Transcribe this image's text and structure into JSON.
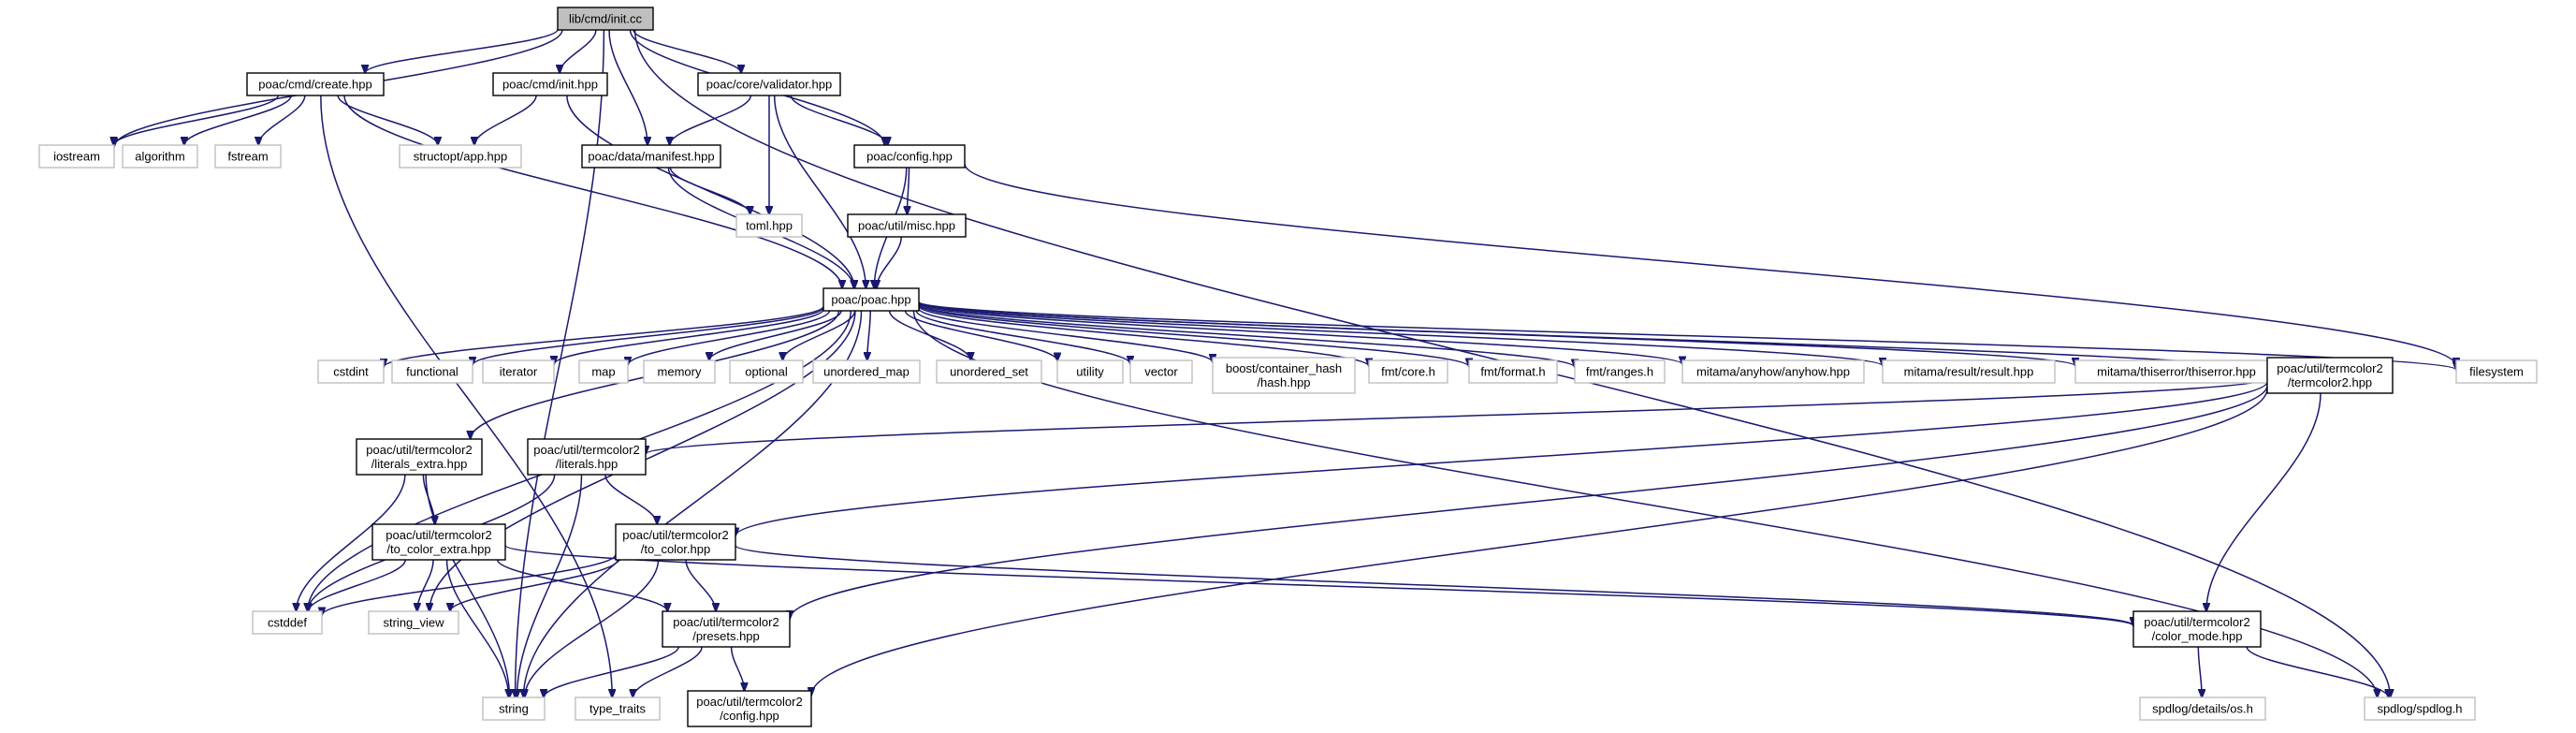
{
  "colors": {
    "edge": "#191970",
    "root_fill": "#bfbfbf",
    "external_border": "#bfbfbf",
    "internal_border": "#000000"
  },
  "nodes": {
    "root": {
      "lines": [
        "lib/cmd/init.cc"
      ],
      "kind": "root"
    },
    "create": {
      "lines": [
        "poac/cmd/create.hpp"
      ],
      "kind": "internal"
    },
    "cmdinit": {
      "lines": [
        "poac/cmd/init.hpp"
      ],
      "kind": "internal"
    },
    "validator": {
      "lines": [
        "poac/core/validator.hpp"
      ],
      "kind": "internal"
    },
    "manifest": {
      "lines": [
        "poac/data/manifest.hpp"
      ],
      "kind": "internal"
    },
    "config": {
      "lines": [
        "poac/config.hpp"
      ],
      "kind": "internal"
    },
    "misc": {
      "lines": [
        "poac/util/misc.hpp"
      ],
      "kind": "internal"
    },
    "poac": {
      "lines": [
        "poac/poac.hpp"
      ],
      "kind": "internal"
    },
    "iostream": {
      "lines": [
        "iostream"
      ],
      "kind": "external"
    },
    "algorithm": {
      "lines": [
        "algorithm"
      ],
      "kind": "external"
    },
    "fstream": {
      "lines": [
        "fstream"
      ],
      "kind": "external"
    },
    "structopt": {
      "lines": [
        "structopt/app.hpp"
      ],
      "kind": "external"
    },
    "toml": {
      "lines": [
        "toml.hpp"
      ],
      "kind": "external"
    },
    "cstdint": {
      "lines": [
        "cstdint"
      ],
      "kind": "external"
    },
    "functional": {
      "lines": [
        "functional"
      ],
      "kind": "external"
    },
    "iterator": {
      "lines": [
        "iterator"
      ],
      "kind": "external"
    },
    "map": {
      "lines": [
        "map"
      ],
      "kind": "external"
    },
    "memory": {
      "lines": [
        "memory"
      ],
      "kind": "external"
    },
    "optional": {
      "lines": [
        "optional"
      ],
      "kind": "external"
    },
    "unordered_map": {
      "lines": [
        "unordered_map"
      ],
      "kind": "external"
    },
    "unordered_set": {
      "lines": [
        "unordered_set"
      ],
      "kind": "external"
    },
    "utility": {
      "lines": [
        "utility"
      ],
      "kind": "external"
    },
    "vector": {
      "lines": [
        "vector"
      ],
      "kind": "external"
    },
    "boosthash": {
      "lines": [
        "boost/container_hash",
        "/hash.hpp"
      ],
      "kind": "external"
    },
    "fmtcore": {
      "lines": [
        "fmt/core.h"
      ],
      "kind": "external"
    },
    "fmtformat": {
      "lines": [
        "fmt/format.h"
      ],
      "kind": "external"
    },
    "fmtranges": {
      "lines": [
        "fmt/ranges.h"
      ],
      "kind": "external"
    },
    "anyhow": {
      "lines": [
        "mitama/anyhow/anyhow.hpp"
      ],
      "kind": "external"
    },
    "result": {
      "lines": [
        "mitama/result/result.hpp"
      ],
      "kind": "external"
    },
    "thiserror": {
      "lines": [
        "mitama/thiserror/thiserror.hpp"
      ],
      "kind": "external"
    },
    "termcolor2": {
      "lines": [
        "poac/util/termcolor2",
        "/termcolor2.hpp"
      ],
      "kind": "internal"
    },
    "filesystem": {
      "lines": [
        "filesystem"
      ],
      "kind": "external"
    },
    "literals_extra": {
      "lines": [
        "poac/util/termcolor2",
        "/literals_extra.hpp"
      ],
      "kind": "internal"
    },
    "literals": {
      "lines": [
        "poac/util/termcolor2",
        "/literals.hpp"
      ],
      "kind": "internal"
    },
    "to_color_extra": {
      "lines": [
        "poac/util/termcolor2",
        "/to_color_extra.hpp"
      ],
      "kind": "internal"
    },
    "to_color": {
      "lines": [
        "poac/util/termcolor2",
        "/to_color.hpp"
      ],
      "kind": "internal"
    },
    "cstddef": {
      "lines": [
        "cstddef"
      ],
      "kind": "external"
    },
    "string_view": {
      "lines": [
        "string_view"
      ],
      "kind": "external"
    },
    "presets": {
      "lines": [
        "poac/util/termcolor2",
        "/presets.hpp"
      ],
      "kind": "internal"
    },
    "color_mode": {
      "lines": [
        "poac/util/termcolor2",
        "/color_mode.hpp"
      ],
      "kind": "internal"
    },
    "string": {
      "lines": [
        "string"
      ],
      "kind": "external"
    },
    "type_traits": {
      "lines": [
        "type_traits"
      ],
      "kind": "external"
    },
    "tc2config": {
      "lines": [
        "poac/util/termcolor2",
        "/config.hpp"
      ],
      "kind": "internal"
    },
    "spdlog_os": {
      "lines": [
        "spdlog/details/os.h"
      ],
      "kind": "external"
    },
    "spdlog": {
      "lines": [
        "spdlog/spdlog.h"
      ],
      "kind": "external"
    }
  },
  "edges": [
    [
      "root",
      "iostream"
    ],
    [
      "root",
      "create"
    ],
    [
      "root",
      "cmdinit"
    ],
    [
      "root",
      "validator"
    ],
    [
      "root",
      "manifest"
    ],
    [
      "root",
      "config"
    ],
    [
      "root",
      "string"
    ],
    [
      "root",
      "spdlog"
    ],
    [
      "create",
      "iostream"
    ],
    [
      "create",
      "algorithm"
    ],
    [
      "create",
      "fstream"
    ],
    [
      "create",
      "structopt"
    ],
    [
      "create",
      "poac"
    ],
    [
      "create",
      "type_traits"
    ],
    [
      "cmdinit",
      "structopt"
    ],
    [
      "cmdinit",
      "poac"
    ],
    [
      "validator",
      "manifest"
    ],
    [
      "validator",
      "config"
    ],
    [
      "validator",
      "toml"
    ],
    [
      "validator",
      "poac"
    ],
    [
      "manifest",
      "toml"
    ],
    [
      "manifest",
      "poac"
    ],
    [
      "config",
      "misc"
    ],
    [
      "config",
      "poac"
    ],
    [
      "config",
      "filesystem"
    ],
    [
      "misc",
      "poac"
    ],
    [
      "poac",
      "cstdint"
    ],
    [
      "poac",
      "functional"
    ],
    [
      "poac",
      "iterator"
    ],
    [
      "poac",
      "map"
    ],
    [
      "poac",
      "memory"
    ],
    [
      "poac",
      "optional"
    ],
    [
      "poac",
      "unordered_map"
    ],
    [
      "poac",
      "unordered_set"
    ],
    [
      "poac",
      "utility"
    ],
    [
      "poac",
      "vector"
    ],
    [
      "poac",
      "boosthash"
    ],
    [
      "poac",
      "fmtcore"
    ],
    [
      "poac",
      "fmtformat"
    ],
    [
      "poac",
      "fmtranges"
    ],
    [
      "poac",
      "anyhow"
    ],
    [
      "poac",
      "result"
    ],
    [
      "poac",
      "thiserror"
    ],
    [
      "poac",
      "termcolor2"
    ],
    [
      "poac",
      "filesystem"
    ],
    [
      "poac",
      "spdlog"
    ],
    [
      "poac",
      "string"
    ],
    [
      "poac",
      "cstddef"
    ],
    [
      "poac",
      "string_view"
    ],
    [
      "poac",
      "literals_extra"
    ],
    [
      "termcolor2",
      "literals"
    ],
    [
      "termcolor2",
      "to_color"
    ],
    [
      "termcolor2",
      "presets"
    ],
    [
      "termcolor2",
      "color_mode"
    ],
    [
      "termcolor2",
      "tc2config"
    ],
    [
      "literals_extra",
      "cstddef"
    ],
    [
      "literals_extra",
      "to_color_extra"
    ],
    [
      "literals_extra",
      "string"
    ],
    [
      "literals",
      "cstddef"
    ],
    [
      "literals",
      "to_color"
    ],
    [
      "literals",
      "string"
    ],
    [
      "to_color_extra",
      "cstddef"
    ],
    [
      "to_color_extra",
      "string_view"
    ],
    [
      "to_color_extra",
      "string"
    ],
    [
      "to_color_extra",
      "presets"
    ],
    [
      "to_color_extra",
      "color_mode"
    ],
    [
      "to_color",
      "cstddef"
    ],
    [
      "to_color",
      "string_view"
    ],
    [
      "to_color",
      "string"
    ],
    [
      "to_color",
      "presets"
    ],
    [
      "to_color",
      "color_mode"
    ],
    [
      "presets",
      "string"
    ],
    [
      "presets",
      "type_traits"
    ],
    [
      "presets",
      "tc2config"
    ],
    [
      "color_mode",
      "spdlog_os"
    ],
    [
      "color_mode",
      "spdlog"
    ]
  ]
}
